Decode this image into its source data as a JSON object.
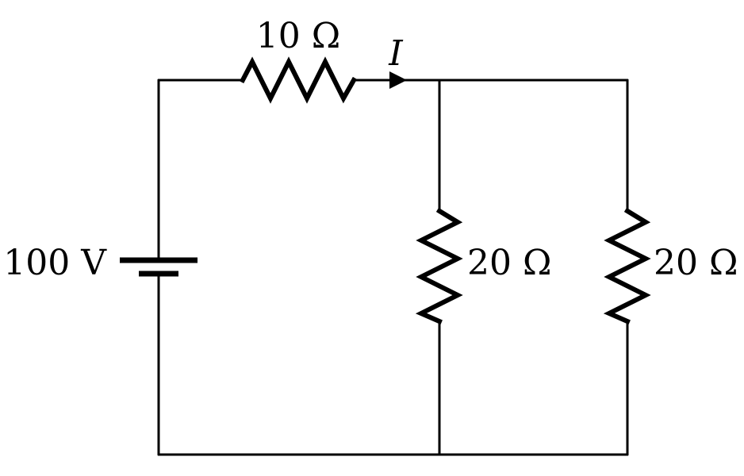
{
  "circuit": {
    "source": {
      "label": "100 V",
      "value": 100,
      "unit": "V"
    },
    "series_resistor": {
      "label": "10 Ω",
      "value": 10,
      "unit": "Ω"
    },
    "parallel_resistor_left": {
      "label": "20 Ω",
      "value": 20,
      "unit": "Ω"
    },
    "parallel_resistor_right": {
      "label": "20 Ω",
      "value": 20,
      "unit": "Ω"
    },
    "current": {
      "label": "I"
    }
  },
  "colors": {
    "stroke": "#000000",
    "background": "#ffffff"
  }
}
